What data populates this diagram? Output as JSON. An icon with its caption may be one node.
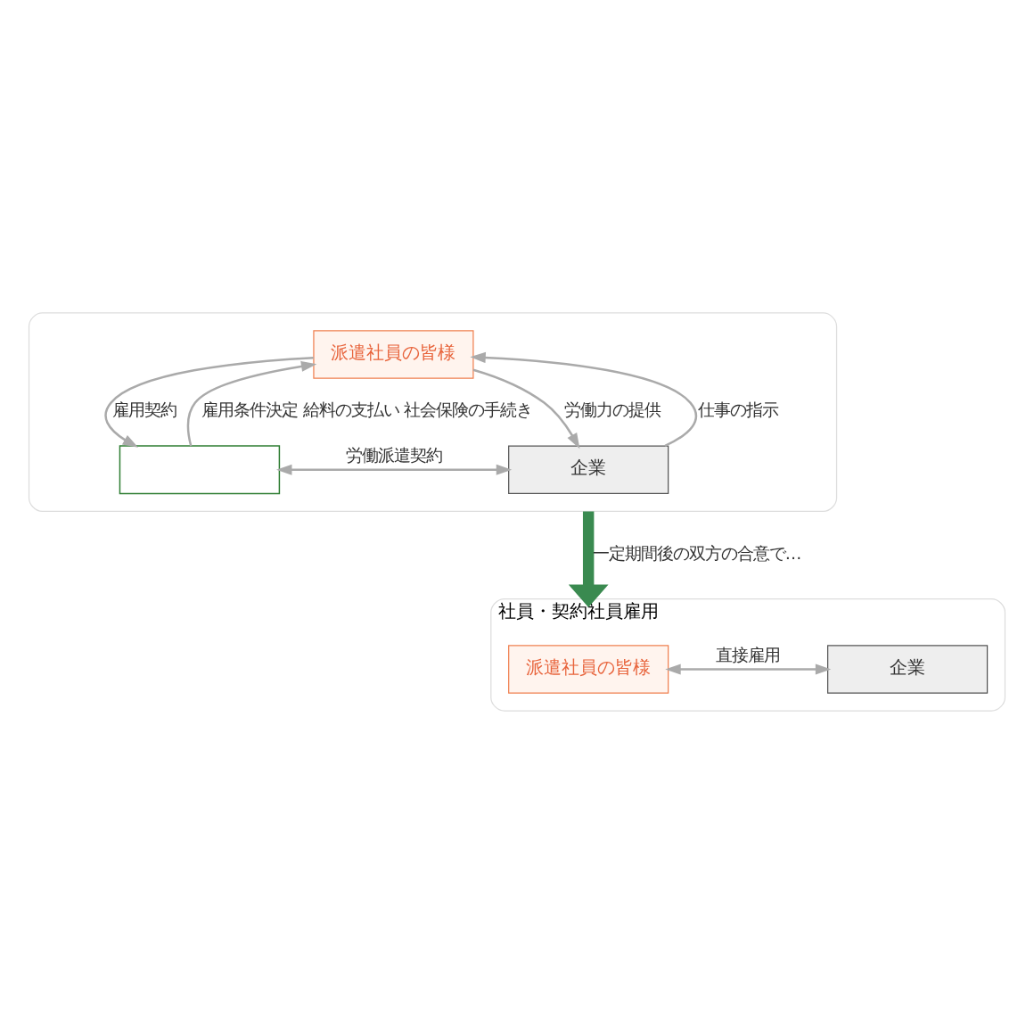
{
  "diagram": {
    "nodes": [
      {
        "text": [],
        "shape": "box"
      },
      {
        "text": [
          "派遣社員の皆様"
        ],
        "in": 0
      },
      {
        "text": [],
        "shape": "box",
        "in": 0
      },
      {
        "text": [
          "企業"
        ],
        "in": 0
      },
      {
        "text": [
          "社員・契約社員雇用"
        ]
      },
      {
        "text": [
          "派遣社員の皆様"
        ],
        "in": 4
      },
      {
        "text": [
          "企業"
        ],
        "in": 4
      }
    ],
    "edges": [
      {
        "from": 2,
        "to": 1,
        "arrow": "to",
        "label": "雇用条件決定 給料の支払い 社会保険の手続き"
      },
      {
        "from": 1,
        "to": 2,
        "arrow": "to",
        "label": "雇用契約"
      },
      {
        "from": 3,
        "to": 1,
        "arrow": "to",
        "label": "仕事の指示"
      },
      {
        "from": 1,
        "to": 3,
        "arrow": "to",
        "label": "労働力の提供"
      },
      {
        "from": 2,
        "to": 3,
        "arrow": "both",
        "label": "労働派遣契約"
      },
      {
        "from": 0,
        "to": 4,
        "arrow": "to",
        "label": "一定期間後の双方の合意で…",
        "style": "thick",
        "color": "#3a8a50"
      },
      {
        "from": 5,
        "to": 6,
        "arrow": "both",
        "label": "直接雇用"
      }
    ]
  }
}
